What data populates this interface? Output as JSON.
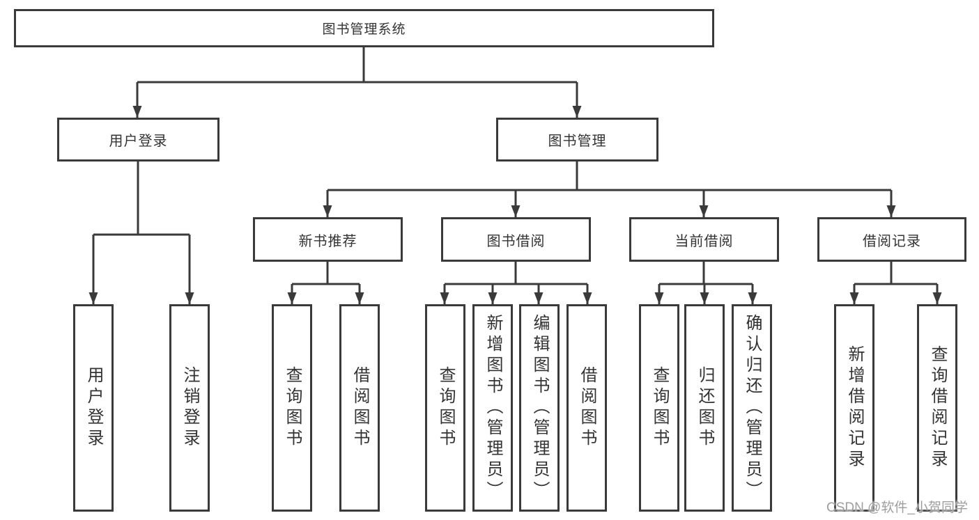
{
  "colors": {
    "line": "#3a3a3a",
    "text": "#333333",
    "background": "#ffffff",
    "watermark": "#9e9e9e"
  },
  "diagram": {
    "root": {
      "label": "图书管理系统"
    },
    "level2": [
      {
        "label": "用户登录"
      },
      {
        "label": "图书管理"
      }
    ],
    "level3": [
      {
        "label": "新书推荐"
      },
      {
        "label": "图书借阅"
      },
      {
        "label": "当前借阅"
      },
      {
        "label": "借阅记录"
      }
    ],
    "leaves": {
      "user_login": [
        "用户登录",
        "注销登录"
      ],
      "new_book": [
        "查询图书",
        "借阅图书"
      ],
      "book_borrow": [
        "查询图书",
        "新增图书（管理员）",
        "编辑图书（管理员）",
        "借阅图书"
      ],
      "current_borrow": [
        "查询图书",
        "归还图书",
        "确认归还（管理员）"
      ],
      "records": [
        "新增借阅记录",
        "查询借阅记录"
      ]
    }
  },
  "watermark": {
    "text": "CSDN @软件_小贺同学"
  }
}
